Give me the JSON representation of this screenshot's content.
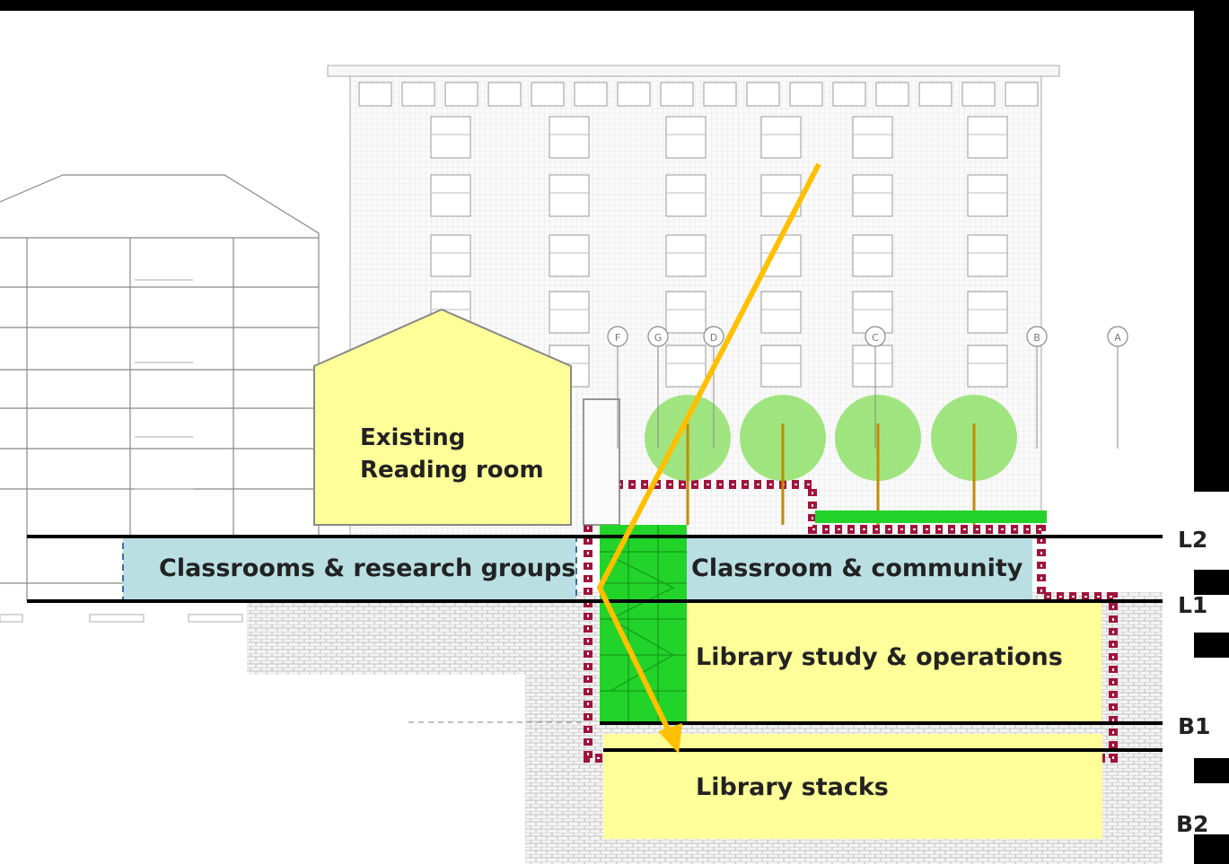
{
  "spaces": {
    "existing_reading_room_line1": "Existing",
    "existing_reading_room_line2": "Reading room",
    "classrooms_research": "Classrooms & research groups",
    "classroom_community": "Classroom & community",
    "library_study_operations": "Library study & operations",
    "library_stacks": "Library stacks"
  },
  "levels": [
    "L2",
    "L1",
    "B1",
    "B2"
  ],
  "grid_bubbles": [
    "F",
    "G",
    "D",
    "C",
    "B",
    "A"
  ],
  "colors": {
    "background_drawing": "#9a9a9a",
    "pale_yellow": "#ffff99",
    "pale_blue": "#b9dfe3",
    "green_circulation": "#22d32a",
    "tree_green": "#8fe06a",
    "arrow_orange": "#ffc000",
    "boundary_red": "#a0143c",
    "level_line": "#000000"
  }
}
